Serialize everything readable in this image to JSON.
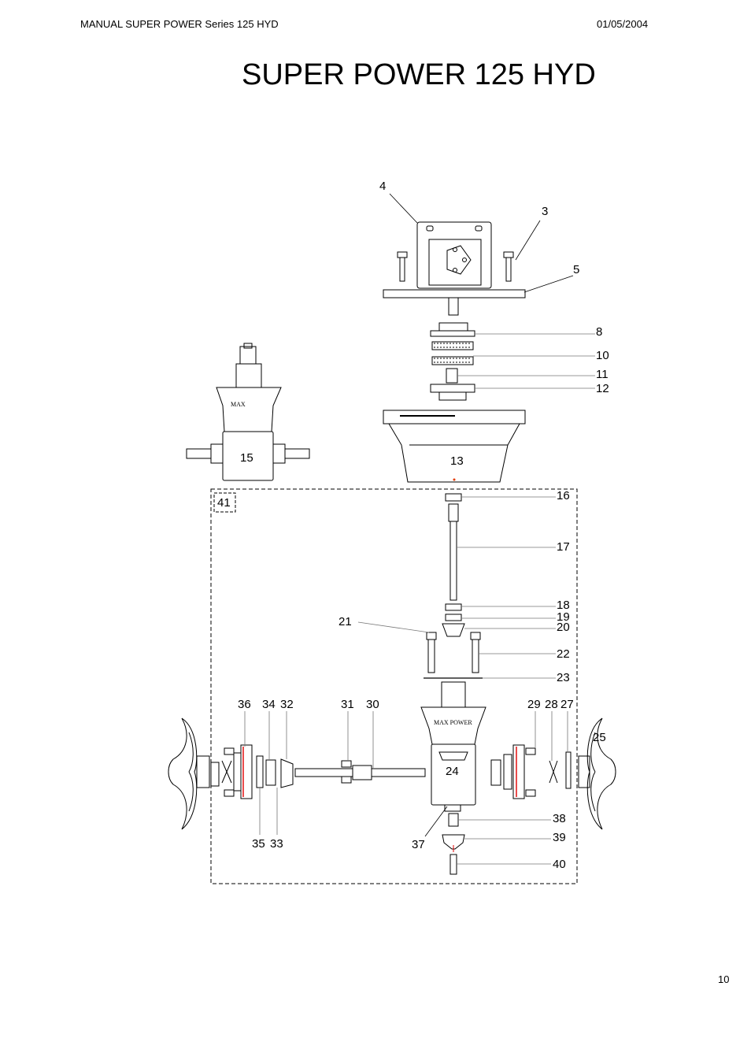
{
  "header": {
    "left": "MANUAL SUPER POWER Series 125 HYD",
    "right": "01/05/2004"
  },
  "title": "SUPER POWER 125 HYD",
  "page_number": "10",
  "diagram": {
    "logo_text": "MAX",
    "brand_text": "MAX POWER",
    "callouts": [
      "4",
      "3",
      "5",
      "8",
      "10",
      "11",
      "12",
      "15",
      "13",
      "41",
      "16",
      "17",
      "18",
      "19",
      "20",
      "21",
      "22",
      "23",
      "36",
      "34",
      "32",
      "31",
      "30",
      "29",
      "28",
      "27",
      "25",
      "24",
      "35",
      "33",
      "37",
      "38",
      "39",
      "40"
    ]
  }
}
